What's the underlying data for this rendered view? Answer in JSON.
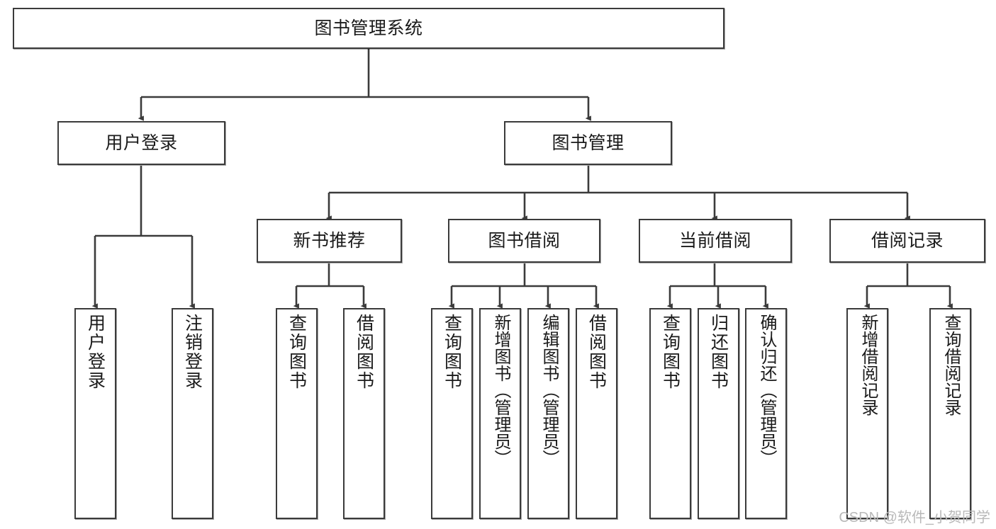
{
  "diagram": {
    "title": "图书管理系统",
    "type": "tree-hierarchy",
    "watermark": "CSDN @软件_小贺同学",
    "colors": {
      "background": "#ffffff",
      "node_border": "#3b3b3b",
      "node_fill": "#ffffff",
      "edge": "#3b3b3b",
      "text": "#1a1a1a",
      "watermark": "#b9b9b9"
    },
    "nodes": {
      "root": {
        "label": "图书管理系统"
      },
      "level2": [
        {
          "label": "用户登录"
        },
        {
          "label": "图书管理"
        }
      ],
      "level3": [
        {
          "label": "新书推荐"
        },
        {
          "label": "图书借阅"
        },
        {
          "label": "当前借阅"
        },
        {
          "label": "借阅记录"
        }
      ],
      "leaves": {
        "user_login": [
          {
            "label": "用户登录"
          },
          {
            "label": "注销登录"
          }
        ],
        "new_book_recommend": [
          {
            "label": "查询图书"
          },
          {
            "label": "借阅图书"
          }
        ],
        "book_borrow": [
          {
            "label": "查询图书"
          },
          {
            "label": "新增图书（管理员）"
          },
          {
            "label": "编辑图书（管理员）"
          },
          {
            "label": "借阅图书"
          }
        ],
        "current_borrow": [
          {
            "label": "查询图书"
          },
          {
            "label": "归还图书"
          },
          {
            "label": "确认归还（管理员）"
          }
        ],
        "borrow_record": [
          {
            "label": "新增借阅记录"
          },
          {
            "label": "查询借阅记录"
          }
        ]
      }
    }
  }
}
